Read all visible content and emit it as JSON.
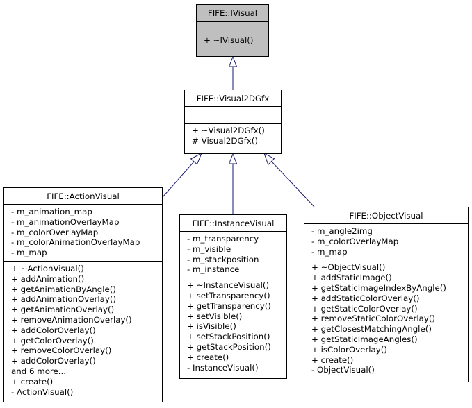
{
  "colors": {
    "line": "#191970",
    "border": "#000000",
    "base_fill": "#bfbfbf"
  },
  "classes": {
    "ivisual": {
      "name": "FIFE::IVisual",
      "attributes": [],
      "methods": [
        "+ ~IVisual()"
      ]
    },
    "visual2dgfx": {
      "name": "FIFE::Visual2DGfx",
      "attributes": [],
      "methods": [
        "+ ~Visual2DGfx()",
        "# Visual2DGfx()"
      ]
    },
    "actionvisual": {
      "name": "FIFE::ActionVisual",
      "attributes": [
        "- m_animation_map",
        "- m_animationOverlayMap",
        "- m_colorOverlayMap",
        "- m_colorAnimationOverlayMap",
        "- m_map"
      ],
      "methods": [
        "+ ~ActionVisual()",
        "+ addAnimation()",
        "+ getAnimationByAngle()",
        "+ addAnimationOverlay()",
        "+ getAnimationOverlay()",
        "+ removeAnimationOverlay()",
        "+ addColorOverlay()",
        "+ getColorOverlay()",
        "+ removeColorOverlay()",
        "+ addColorOverlay()",
        "and 6 more...",
        "+ create()",
        "- ActionVisual()"
      ]
    },
    "instancevisual": {
      "name": "FIFE::InstanceVisual",
      "attributes": [
        "- m_transparency",
        "- m_visible",
        "- m_stackposition",
        "- m_instance"
      ],
      "methods": [
        "+ ~InstanceVisual()",
        "+ setTransparency()",
        "+ getTransparency()",
        "+ setVisible()",
        "+ isVisible()",
        "+ setStackPosition()",
        "+ getStackPosition()",
        "+ create()",
        "- InstanceVisual()"
      ]
    },
    "objectvisual": {
      "name": "FIFE::ObjectVisual",
      "attributes": [
        "- m_angle2img",
        "- m_colorOverlayMap",
        "- m_map"
      ],
      "methods": [
        "+ ~ObjectVisual()",
        "+ addStaticImage()",
        "+ getStaticImageIndexByAngle()",
        "+ addStaticColorOverlay()",
        "+ getStaticColorOverlay()",
        "+ removeStaticColorOverlay()",
        "+ getClosestMatchingAngle()",
        "+ getStaticImageAngles()",
        "+ isColorOverlay()",
        "+ create()",
        "- ObjectVisual()"
      ]
    }
  }
}
